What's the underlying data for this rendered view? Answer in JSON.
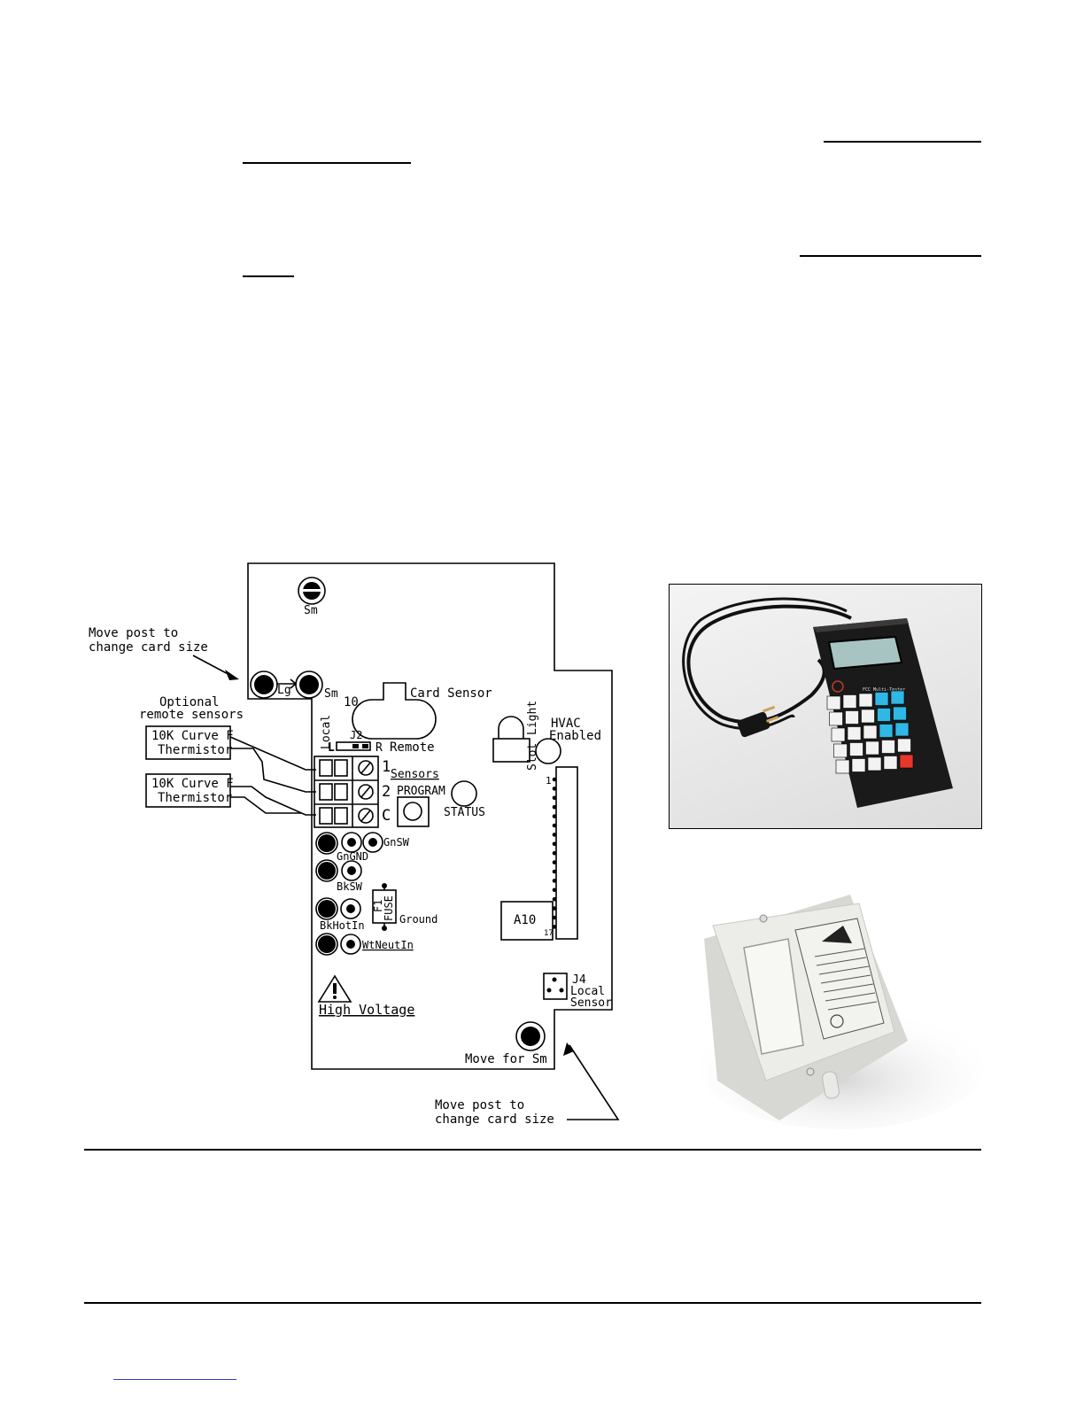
{
  "board": {
    "callout_top": [
      "Move post to",
      "change card size"
    ],
    "callout_bottom": [
      "Move post to",
      "change card size"
    ],
    "optional": [
      "Optional",
      "remote sensors"
    ],
    "thermistor": [
      "10K Curve F",
      "Thermistor"
    ],
    "sm_top": "Sm",
    "lg": "Lg",
    "sm": "Sm",
    "num_10": "10",
    "card_sensor": "Card Sensor",
    "local": "Local",
    "j2": "J2",
    "jl": "L",
    "jr": "R",
    "remote": "Remote",
    "light": "Light",
    "slot": "Slot",
    "hvac": [
      "HVAC",
      "Enabled"
    ],
    "term_1": "1",
    "term_2": "2",
    "term_c": "C",
    "sensors": "Sensors",
    "program": "PROGRAM",
    "status": "STATUS",
    "pin_1": "1",
    "pin_17": "17",
    "gnsw": "GnSW",
    "gngnd": "GnGND",
    "bksw": "BkSW",
    "fuse": "FUSE",
    "f1": "F1",
    "ground": "Ground",
    "bkhotin": "BkHotIn",
    "wtneutin": "WtNeutIn",
    "a10": "A10",
    "j4": [
      "J4",
      "Local",
      "Sensor"
    ],
    "high_voltage": "High Voltage",
    "move_for_sm": "Move for Sm"
  },
  "photos": {
    "tester_label": "FCC Multi-Tester"
  },
  "colors": {
    "link": "#2a3fbf",
    "key_cyan": "#2fb7e6",
    "key_red": "#e8362a",
    "device_body": "#1a1a1a"
  }
}
